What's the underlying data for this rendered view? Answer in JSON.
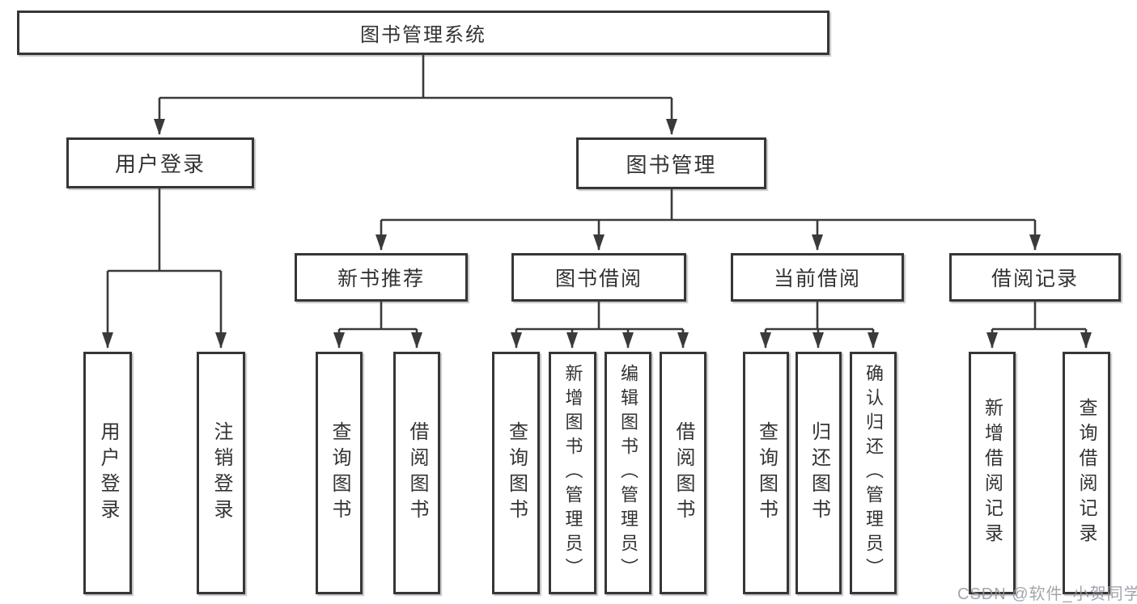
{
  "diagram": {
    "root": {
      "label": "图书管理系统"
    },
    "branches": [
      {
        "label": "用户登录",
        "leaves": [
          {
            "label": "用户登录"
          },
          {
            "label": "注销登录"
          }
        ]
      },
      {
        "label": "图书管理",
        "groups": [
          {
            "label": "新书推荐",
            "leaves": [
              {
                "label": "查询图书"
              },
              {
                "label": "借阅图书"
              }
            ]
          },
          {
            "label": "图书借阅",
            "leaves": [
              {
                "label": "查询图书"
              },
              {
                "label": "新增图书（管理员）"
              },
              {
                "label": "编辑图书（管理员）"
              },
              {
                "label": "借阅图书"
              }
            ]
          },
          {
            "label": "当前借阅",
            "leaves": [
              {
                "label": "查询图书"
              },
              {
                "label": "归还图书"
              },
              {
                "label": "确认归还（管理员）"
              }
            ]
          },
          {
            "label": "借阅记录",
            "leaves": [
              {
                "label": "新增借阅记录"
              },
              {
                "label": "查询借阅记录"
              }
            ]
          }
        ]
      }
    ]
  },
  "watermark": "CSDN @软件_小贺同学",
  "colors": {
    "line": "#3a3a3c",
    "border": "#363638",
    "text": "#333336",
    "watermark": "#9196 9e"
  }
}
